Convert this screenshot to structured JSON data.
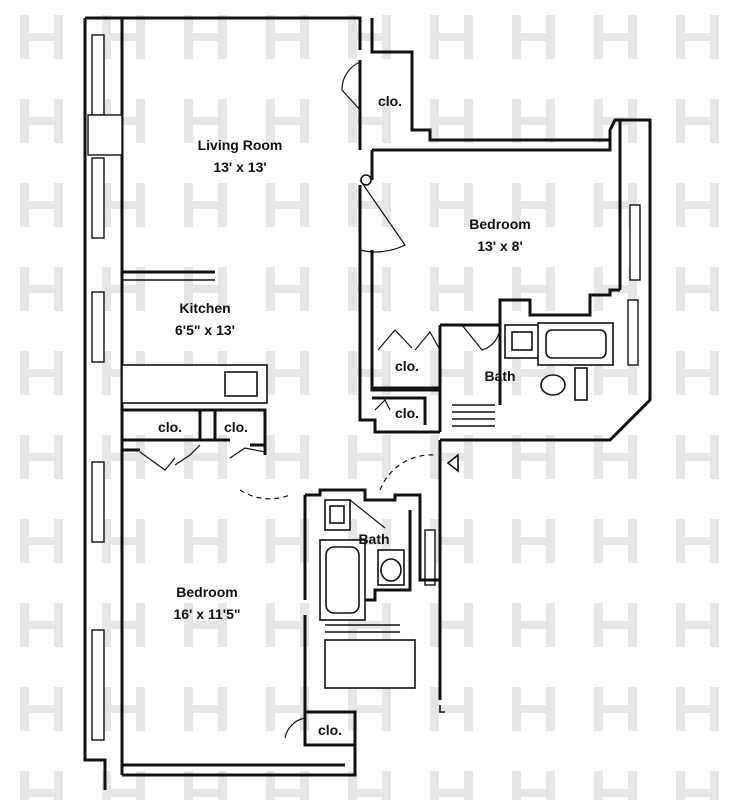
{
  "rooms": {
    "living_room": {
      "name": "Living Room",
      "dims": "13' x 13'"
    },
    "bedroom_upper": {
      "name": "Bedroom",
      "dims": "13' x 8'"
    },
    "kitchen": {
      "name": "Kitchen",
      "dims": "6'5\" x 13'"
    },
    "bedroom_lower": {
      "name": "Bedroom",
      "dims": "16' x 11'5\""
    },
    "bath_upper": {
      "name": "Bath"
    },
    "bath_lower": {
      "name": "Bath"
    }
  },
  "closets": {
    "label": "clo."
  }
}
